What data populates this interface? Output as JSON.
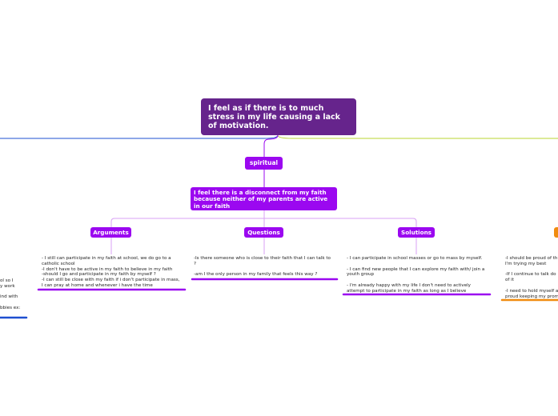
{
  "central": {
    "text": "I feel as if there is to much stress in my life causing a lack of motivation."
  },
  "spiritual": {
    "label": "spiritual"
  },
  "subtopic": {
    "text": "I feel there is a disconnect from my faith because neither of my parents are active in our faith"
  },
  "categories": {
    "arguments": {
      "label": "Arguments",
      "text": "- I still can participate in my faith at school, we do go to a\ncatholic school\n-I don't have to be active in my faith to believe in my faith\n-should I go and participate in my faith by myself ?\n-I can still be close with my faith if i don't participate in mass,\nI can pray at home and whenever i have the time"
    },
    "questions": {
      "label": "Questions",
      "text": "-Is there someone who is close to their faith that I can talk to\n?\n\n-am I the only person in my family that feels this way ?"
    },
    "solutions": {
      "label": "Solutions",
      "text": "- I can participate in school masses or go to mass by myself.\n\n- I can find new people that I can explore my faith with/ join a\nyouth group\n\n- I'm already happy with my life I don't need to actively\nattempt to participate in my faith as long as I believe"
    }
  },
  "left_partial_text": "ol so I\ny work\n\nind with\n\nbbies ex:",
  "right_partial_text": "-I should be proud of th\nI'm trying my best\n\n-If I continue to talk do\nof it\n\n-I need to hold myself a\nproud keeping my prom",
  "colors": {
    "central_bg": "#66248c",
    "node_bg": "#9b08f0",
    "left_branch": "#1e4fd0",
    "right_branch": "#b8d430",
    "orange_branch": "#f08c10"
  }
}
